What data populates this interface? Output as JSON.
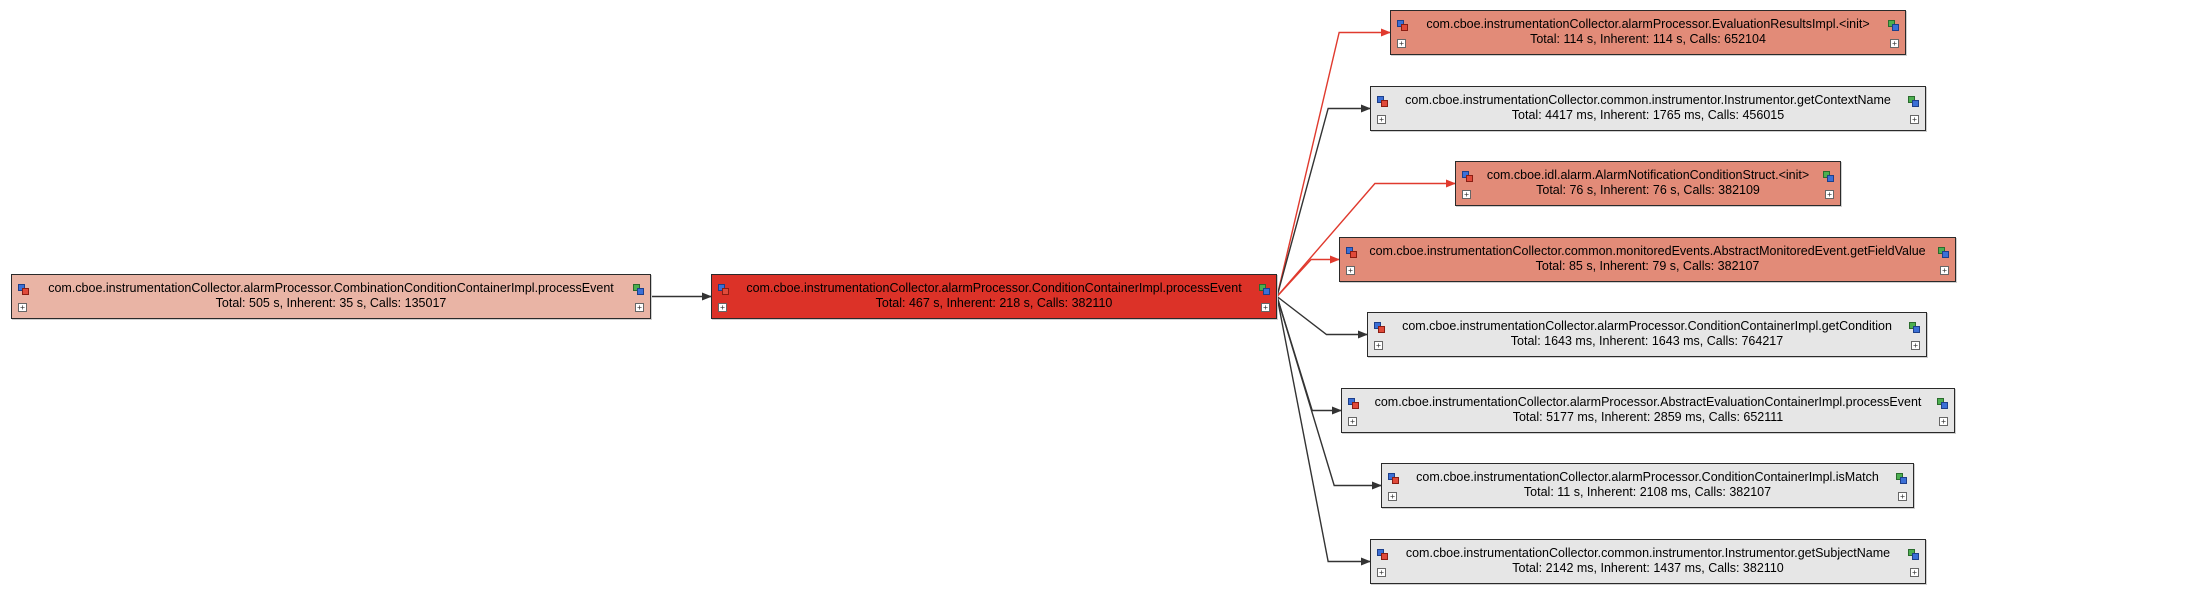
{
  "colors": {
    "hot": "#dc3228",
    "warm": "#e28b78",
    "mild": "#e9b4a5",
    "neutral": "#e6e6e6",
    "edge_dark": "#333333",
    "edge_red": "#e03a2e"
  },
  "nodes": [
    {
      "id": "root",
      "name": "com.cboe.instrumentationCollector.alarmProcessor.CombinationConditionContainerImpl.processEvent",
      "stats": "Total: 505 s, Inherent: 35 s, Calls: 135017",
      "heat": "mild"
    },
    {
      "id": "center",
      "name": "com.cboe.instrumentationCollector.alarmProcessor.ConditionContainerImpl.processEvent",
      "stats": "Total: 467 s, Inherent: 218 s, Calls: 382110",
      "heat": "hot"
    },
    {
      "id": "c1",
      "name": "com.cboe.instrumentationCollector.alarmProcessor.EvaluationResultsImpl.<init>",
      "stats": "Total: 114 s, Inherent: 114 s, Calls: 652104",
      "heat": "warm"
    },
    {
      "id": "c2",
      "name": "com.cboe.instrumentationCollector.common.instrumentor.Instrumentor.getContextName",
      "stats": "Total: 4417 ms, Inherent: 1765 ms, Calls: 456015",
      "heat": "neutral"
    },
    {
      "id": "c3",
      "name": "com.cboe.idl.alarm.AlarmNotificationConditionStruct.<init>",
      "stats": "Total: 76 s, Inherent: 76 s, Calls: 382109",
      "heat": "warm"
    },
    {
      "id": "c4",
      "name": "com.cboe.instrumentationCollector.common.monitoredEvents.AbstractMonitoredEvent.getFieldValue",
      "stats": "Total: 85 s, Inherent: 79 s, Calls: 382107",
      "heat": "warm"
    },
    {
      "id": "c5",
      "name": "com.cboe.instrumentationCollector.alarmProcessor.ConditionContainerImpl.getCondition",
      "stats": "Total: 1643 ms, Inherent: 1643 ms, Calls: 764217",
      "heat": "neutral"
    },
    {
      "id": "c6",
      "name": "com.cboe.instrumentationCollector.alarmProcessor.AbstractEvaluationContainerImpl.processEvent",
      "stats": "Total: 5177 ms, Inherent: 2859 ms, Calls: 652111",
      "heat": "neutral"
    },
    {
      "id": "c7",
      "name": "com.cboe.instrumentationCollector.alarmProcessor.ConditionContainerImpl.isMatch",
      "stats": "Total: 11 s, Inherent: 2108 ms, Calls: 382107",
      "heat": "neutral"
    },
    {
      "id": "c8",
      "name": "com.cboe.instrumentationCollector.common.instrumentor.Instrumentor.getSubjectName",
      "stats": "Total: 2142 ms, Inherent: 1437 ms, Calls: 382110",
      "heat": "neutral"
    }
  ],
  "edges": [
    {
      "from": "root",
      "to": "center",
      "style": "dark"
    },
    {
      "from": "center",
      "to": "c1",
      "style": "red"
    },
    {
      "from": "center",
      "to": "c2",
      "style": "dark"
    },
    {
      "from": "center",
      "to": "c3",
      "style": "red"
    },
    {
      "from": "center",
      "to": "c4",
      "style": "red"
    },
    {
      "from": "center",
      "to": "c5",
      "style": "dark"
    },
    {
      "from": "center",
      "to": "c6",
      "style": "dark"
    },
    {
      "from": "center",
      "to": "c7",
      "style": "dark"
    },
    {
      "from": "center",
      "to": "c8",
      "style": "dark"
    }
  ],
  "icons": {
    "top_left": "method-icon",
    "top_right": "expand-callees-icon",
    "bottom": "expand-toggle-icon",
    "toggle_glyph": "+"
  }
}
